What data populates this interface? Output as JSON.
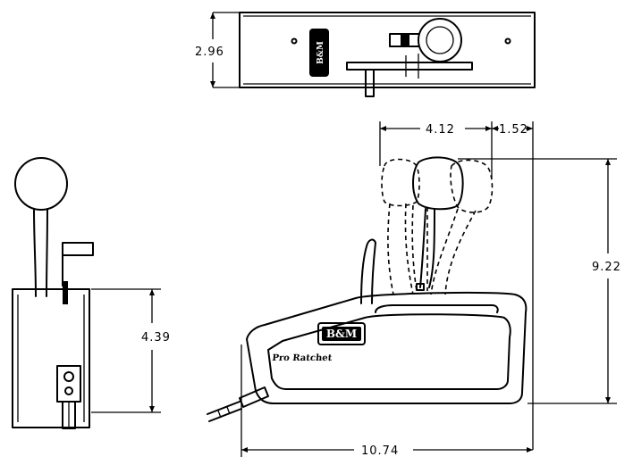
{
  "dimensions": {
    "top_height": "2.96",
    "side_height": "4.39",
    "travel": "4.12",
    "offset": "1.52",
    "overall_height": "9.22",
    "overall_length": "10.74"
  },
  "labels": {
    "logo_top": "B&M",
    "logo_main": "B&M",
    "product_name": "Pro Ratchet"
  }
}
